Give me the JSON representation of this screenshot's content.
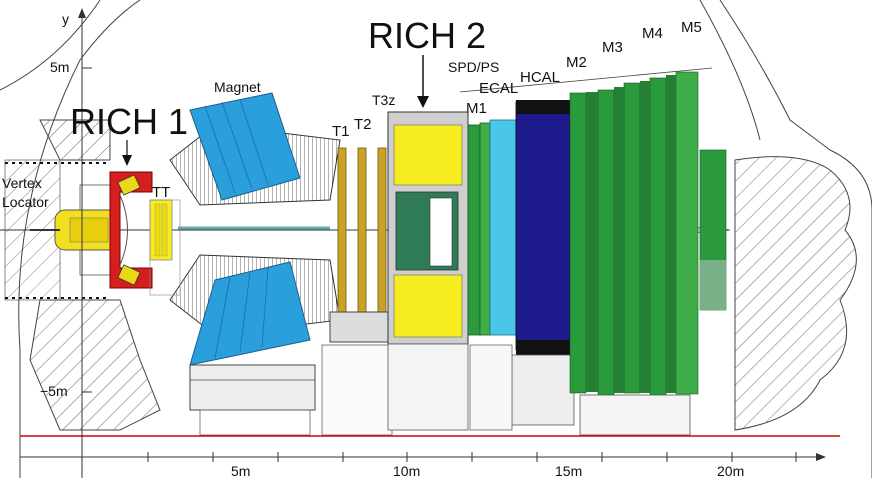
{
  "axis": {
    "y_label": "y",
    "y_ticks": [
      "5m",
      "−5m"
    ],
    "x_ticks": [
      "5m",
      "10m",
      "15m",
      "20m"
    ]
  },
  "labels": {
    "rich1": "RICH 1",
    "rich2": "RICH 2",
    "magnet": "Magnet",
    "vertex_line1": "Vertex",
    "vertex_line2": "Locator",
    "tt": "TT",
    "t1": "T1",
    "t2": "T2",
    "t3": "T3z",
    "spd_ps": "SPD/PS",
    "ecal": "ECAL",
    "hcal": "HCAL",
    "m1": "M1",
    "m2": "M2",
    "m3": "M3",
    "m4": "M4",
    "m5": "M5"
  },
  "colors": {
    "magnet_blue": "#2a9fdc",
    "rich_red": "#d51e1e",
    "tracker_yellow": "#f6ec1f",
    "ecal_cyan": "#4ac7e8",
    "hcal_navy": "#1d1a8c",
    "muon_green": "#2b9a3c",
    "floor_red": "#d40000"
  }
}
